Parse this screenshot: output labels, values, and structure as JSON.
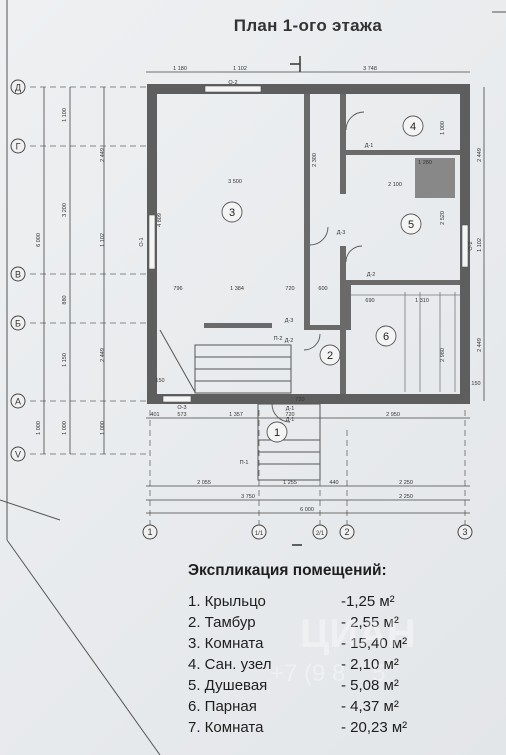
{
  "title": "План 1-ого этажа",
  "axes": {
    "rows": [
      "Д",
      "Г",
      "В",
      "Б",
      "А",
      "V"
    ],
    "cols": [
      "1",
      "1/1",
      "2/1",
      "2",
      "3"
    ]
  },
  "rooms": [
    "1",
    "2",
    "3",
    "4",
    "5",
    "6"
  ],
  "dims": {
    "top": [
      "1 180",
      "1 102",
      "3 748"
    ],
    "inner_h": [
      "3 500",
      "2 100",
      "796",
      "1 384",
      "720",
      "600",
      "690",
      "1 310",
      "720",
      "1 280",
      "401",
      "573",
      "1 357",
      "720",
      "2 950"
    ],
    "bottom1": [
      "2 055",
      "1 255",
      "440",
      "2 250"
    ],
    "bottom2": [
      "3 750",
      "2 250"
    ],
    "bottom3": "6 000",
    "left_v": [
      "1 100",
      "3 200",
      "880",
      "1 150",
      "1 000",
      "1 000"
    ],
    "left_v2": [
      "6 000",
      "2 449",
      "1 102",
      "2 449",
      "1 000"
    ],
    "right_v": [
      "2 449",
      "1 102",
      "2 449"
    ],
    "inner_v": [
      "4 809",
      "2 300",
      "1 000",
      "2 520",
      "2 980",
      "150",
      "150"
    ]
  },
  "doors": [
    "Д-1",
    "Д-3",
    "Д-2",
    "Д-3",
    "Д-2",
    "Д-1",
    "Д-1",
    "П-1",
    "П-2"
  ],
  "windows": [
    "О-2",
    "О-1",
    "О-2",
    "О-3"
  ],
  "explication": {
    "heading": "Экспликация помещений:",
    "items": [
      {
        "name": "1. Крыльцо",
        "area": "-1,25 м²"
      },
      {
        "name": "2. Тамбур",
        "area": "- 2,55 м²"
      },
      {
        "name": "3. Комната",
        "area": "- 15,40 м²"
      },
      {
        "name": "4. Сан. узел",
        "area": "- 2,10 м²"
      },
      {
        "name": "5. Душевая",
        "area": "- 5,08 м²"
      },
      {
        "name": "6. Парная",
        "area": "- 4,37 м²"
      },
      {
        "name": "7. Комната",
        "area": "- 20,23 м²"
      }
    ]
  },
  "watermark": [
    "ЦИАН",
    "+7 (9 8",
    "5"
  ]
}
